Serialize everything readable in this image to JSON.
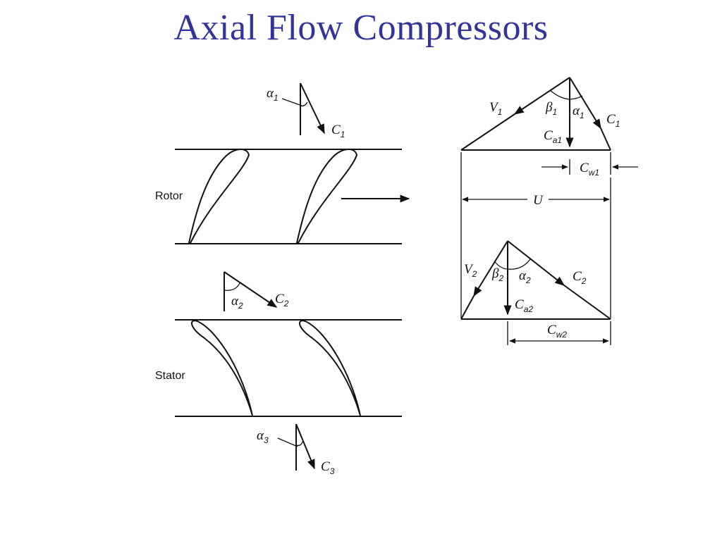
{
  "title": "Axial Flow Compressors",
  "labels": {
    "rotor": "Rotor",
    "stator": "Stator"
  },
  "symbols": {
    "alpha1": {
      "main": "α",
      "sub": "1"
    },
    "c1": {
      "main": "C",
      "sub": "1"
    },
    "alpha2": {
      "main": "α",
      "sub": "2"
    },
    "c2": {
      "main": "C",
      "sub": "2"
    },
    "alpha3": {
      "main": "α",
      "sub": "3"
    },
    "c3": {
      "main": "C",
      "sub": "3"
    },
    "v1": {
      "main": "V",
      "sub": "1"
    },
    "beta1": {
      "main": "β",
      "sub": "1"
    },
    "ca1": {
      "main": "C",
      "sub": "a1"
    },
    "cw1": {
      "main": "C",
      "sub": "w1"
    },
    "u": {
      "main": "U",
      "sub": ""
    },
    "v2": {
      "main": "V",
      "sub": "2"
    },
    "beta2": {
      "main": "β",
      "sub": "2"
    },
    "ca2": {
      "main": "C",
      "sub": "a2"
    },
    "cw2": {
      "main": "C",
      "sub": "w2"
    }
  },
  "colors": {
    "title": "#333399",
    "ink": "#111111",
    "background": "#ffffff"
  }
}
